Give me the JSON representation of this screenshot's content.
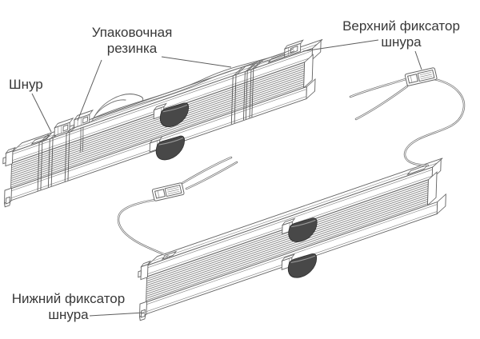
{
  "diagram": {
    "title_semantic": "Packaged pleated blind unpacking diagram",
    "labels": {
      "packaging_band": {
        "line1": "Упаковочная",
        "line2": "резинка"
      },
      "cord": {
        "text": "Шнур"
      },
      "upper_cord_lock": {
        "line1": "Верхний фиксатор",
        "line2": "шнура"
      },
      "lower_cord_lock": {
        "line1": "Нижний фиксатор",
        "line2": "шнура"
      }
    },
    "colors": {
      "background": "#ffffff",
      "outline": "#676767",
      "text": "#383838",
      "handle": "#484848"
    }
  }
}
